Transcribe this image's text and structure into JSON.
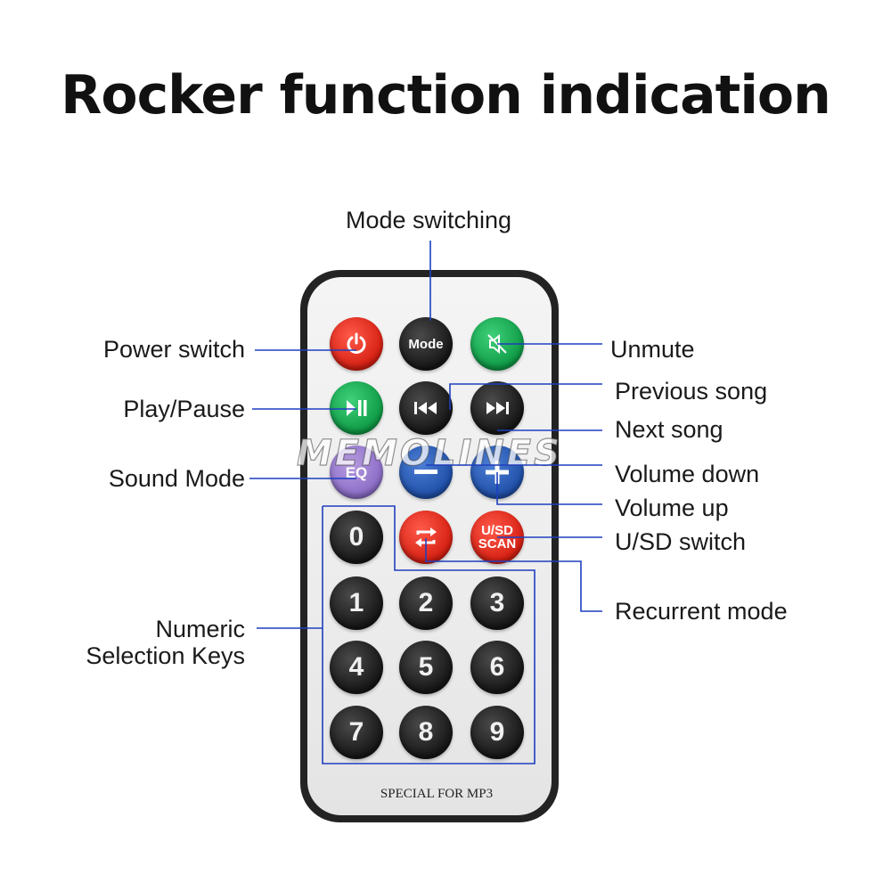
{
  "title": "Rocker function indication",
  "labels": {
    "mode_switching": "Mode switching",
    "power_switch": "Power switch",
    "play_pause": "Play/Pause",
    "sound_mode": "Sound Mode",
    "numeric_line1": "Numeric",
    "numeric_line2": "Selection Keys",
    "unmute": "Unmute",
    "previous_song": "Previous song",
    "next_song": "Next song",
    "volume_down": "Volume down",
    "volume_up": "Volume up",
    "usd_switch": "U/SD switch",
    "recurrent_mode": "Recurrent mode"
  },
  "remote": {
    "mode_button": "Mode",
    "eq_button": "EQ",
    "usd_line1": "U/SD",
    "usd_line2": "SCAN",
    "special_text": "SPECIAL FOR MP3",
    "numbers": [
      "0",
      "1",
      "2",
      "3",
      "4",
      "5",
      "6",
      "7",
      "8",
      "9"
    ]
  },
  "watermark": "MEMOLINES",
  "colors": {
    "line": "#1f3fbf",
    "power": "#d51f12",
    "unmute": "#0e9a45",
    "play": "#0e9a45",
    "eq": "#8a6cc6",
    "volume": "#1f4fa8",
    "repeat": "#d51f12",
    "usd": "#d51f12",
    "dark": "#161616"
  },
  "icons": [
    "power-icon",
    "mute-icon",
    "play-pause-icon",
    "previous-icon",
    "next-icon",
    "minus-icon",
    "plus-icon",
    "repeat-icon"
  ]
}
